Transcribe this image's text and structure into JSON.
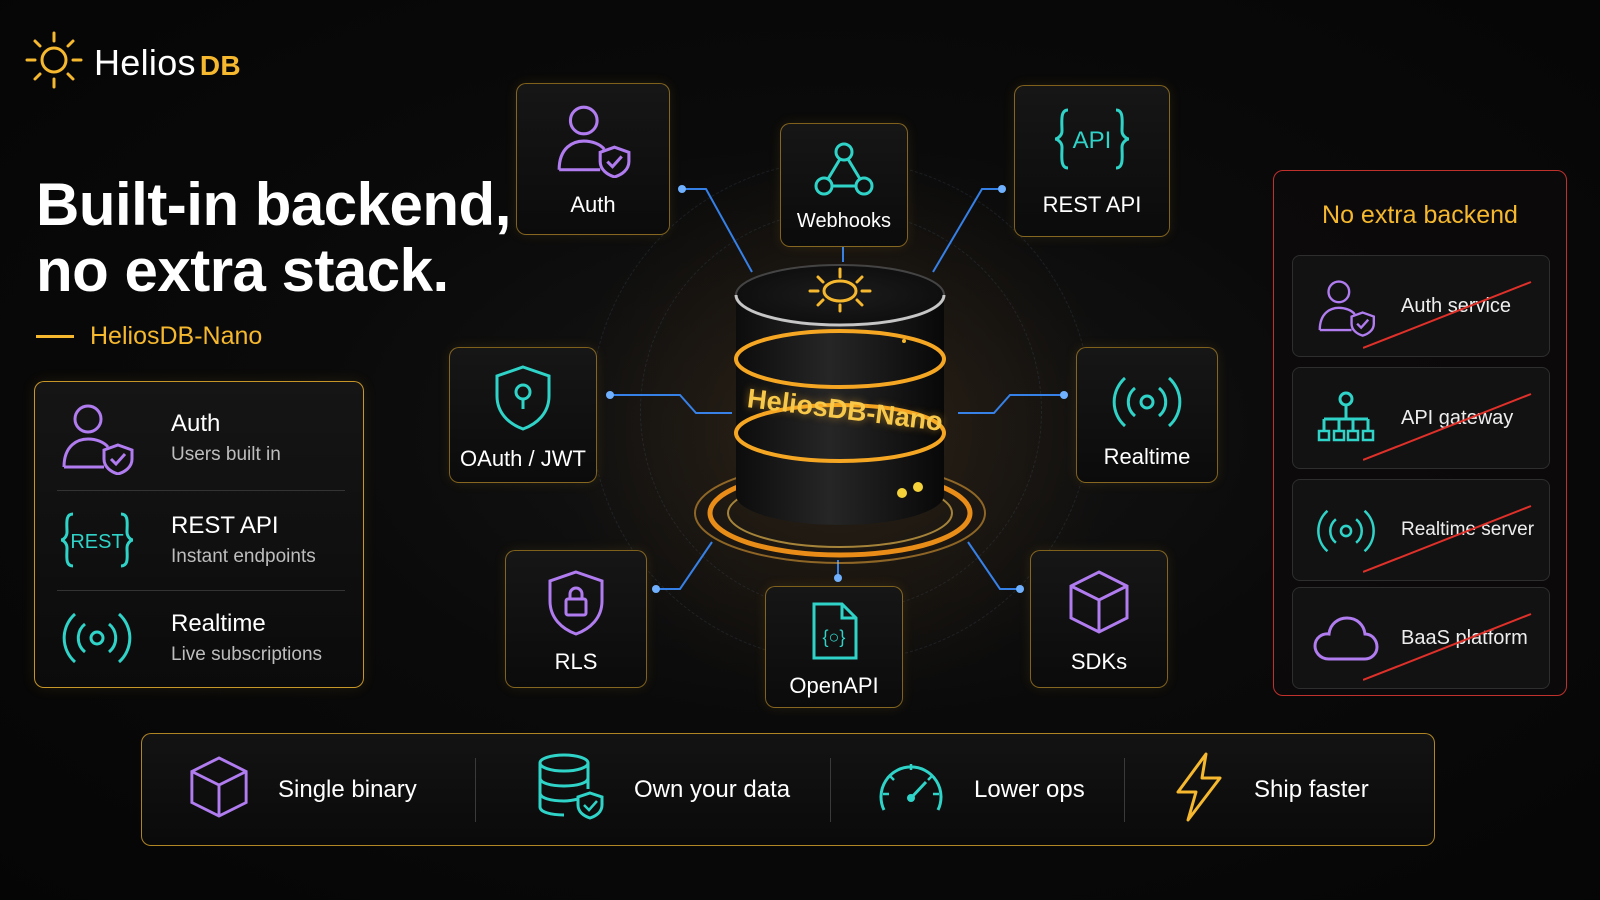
{
  "brand": {
    "name": "Helios",
    "suffix": "DB"
  },
  "headline": {
    "line1": "Built-in backend,",
    "line2": "no extra stack."
  },
  "subtitle": "HeliosDB-Nano",
  "features": [
    {
      "title": "Auth",
      "desc": "Users built in",
      "icon": "user-shield-icon"
    },
    {
      "title": "REST API",
      "desc": "Instant endpoints",
      "icon": "rest-braces-icon"
    },
    {
      "title": "Realtime",
      "desc": "Live subscriptions",
      "icon": "broadcast-icon"
    }
  ],
  "center": {
    "label": "HeliosDB-Nano",
    "icon": "sun-icon"
  },
  "nodes": {
    "auth": "Auth",
    "webhooks": "Webhooks",
    "rest_api": "REST API",
    "oauth": "OAuth / JWT",
    "realtime": "Realtime",
    "rls": "RLS",
    "openapi": "OpenAPI",
    "sdks": "SDKs"
  },
  "no_extra": {
    "title": "No extra backend",
    "items": [
      {
        "label": "Auth service",
        "icon": "user-shield-icon"
      },
      {
        "label": "API gateway",
        "icon": "network-tree-icon"
      },
      {
        "label": "Realtime server",
        "icon": "broadcast-icon"
      },
      {
        "label": "BaaS platform",
        "icon": "cloud-icon"
      }
    ]
  },
  "benefits": [
    {
      "label": "Single binary",
      "icon": "cube-icon"
    },
    {
      "label": "Own your data",
      "icon": "database-shield-icon"
    },
    {
      "label": "Lower ops",
      "icon": "gauge-icon"
    },
    {
      "label": "Ship faster",
      "icon": "lightning-icon"
    }
  ],
  "colors": {
    "accent": "#f5b82e",
    "purple": "#b07cf0",
    "teal": "#2fd3c8",
    "blue": "#3a8dff",
    "red": "#e0302a"
  }
}
